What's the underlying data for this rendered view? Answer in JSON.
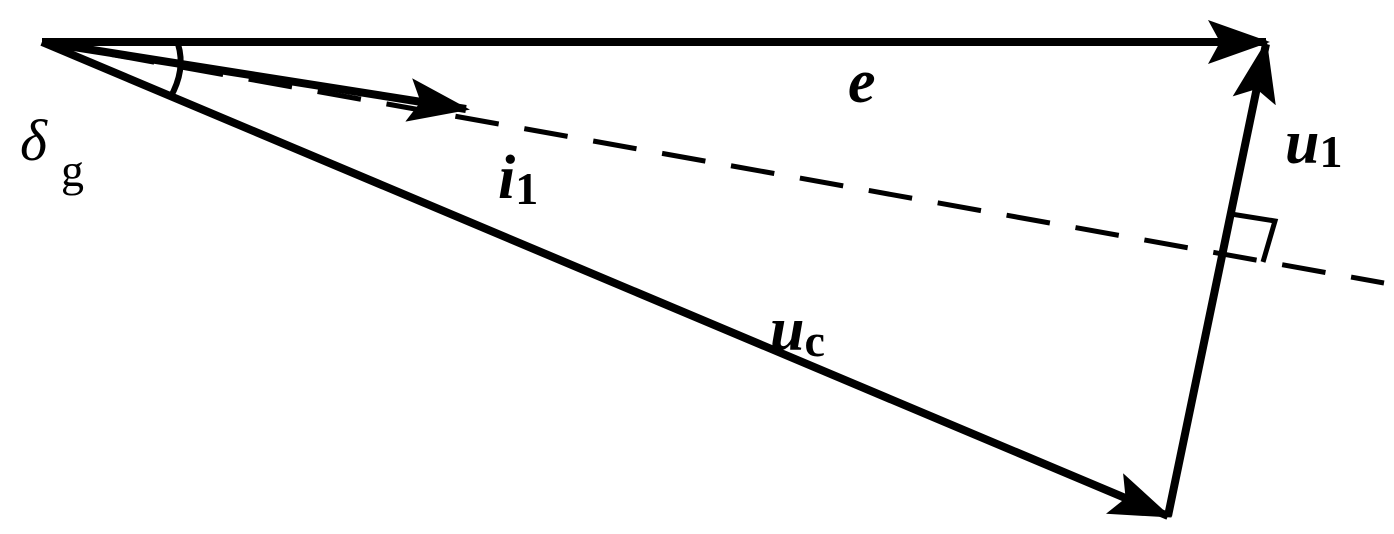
{
  "diagram": {
    "labels": {
      "e": {
        "main": "e",
        "sub": ""
      },
      "i1": {
        "main": "i",
        "sub": "1"
      },
      "u1": {
        "main": "u",
        "sub": "1"
      },
      "uc": {
        "main": "u",
        "sub": "c"
      },
      "delta": {
        "main": "δ",
        "sub": "g"
      }
    }
  }
}
